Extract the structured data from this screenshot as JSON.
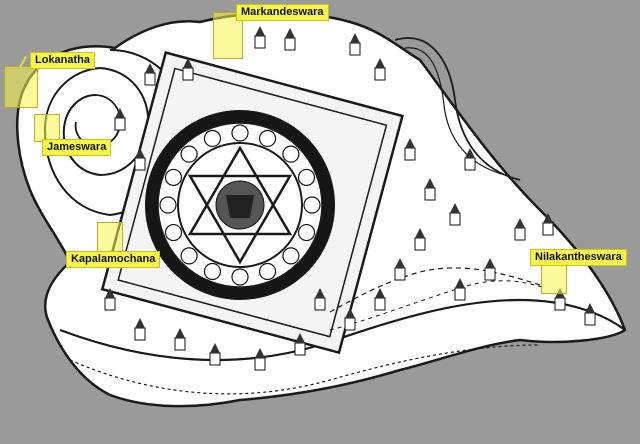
{
  "map": {
    "background_color": "#9a9a9a",
    "highlight_color": "#f6f54a",
    "temples": [
      {
        "id": "markandeswara",
        "label": "Markandeswara",
        "icon": "temple-icon"
      },
      {
        "id": "lokanatha",
        "label": "Lokanatha",
        "icon": "temple-icon"
      },
      {
        "id": "jameswara",
        "label": "Jameswara",
        "icon": "temple-icon"
      },
      {
        "id": "kapalamochana",
        "label": "Kapalamochana",
        "icon": "temple-icon"
      },
      {
        "id": "nilakantheswara",
        "label": "Nilakantheswara",
        "icon": "temple-icon"
      }
    ]
  }
}
